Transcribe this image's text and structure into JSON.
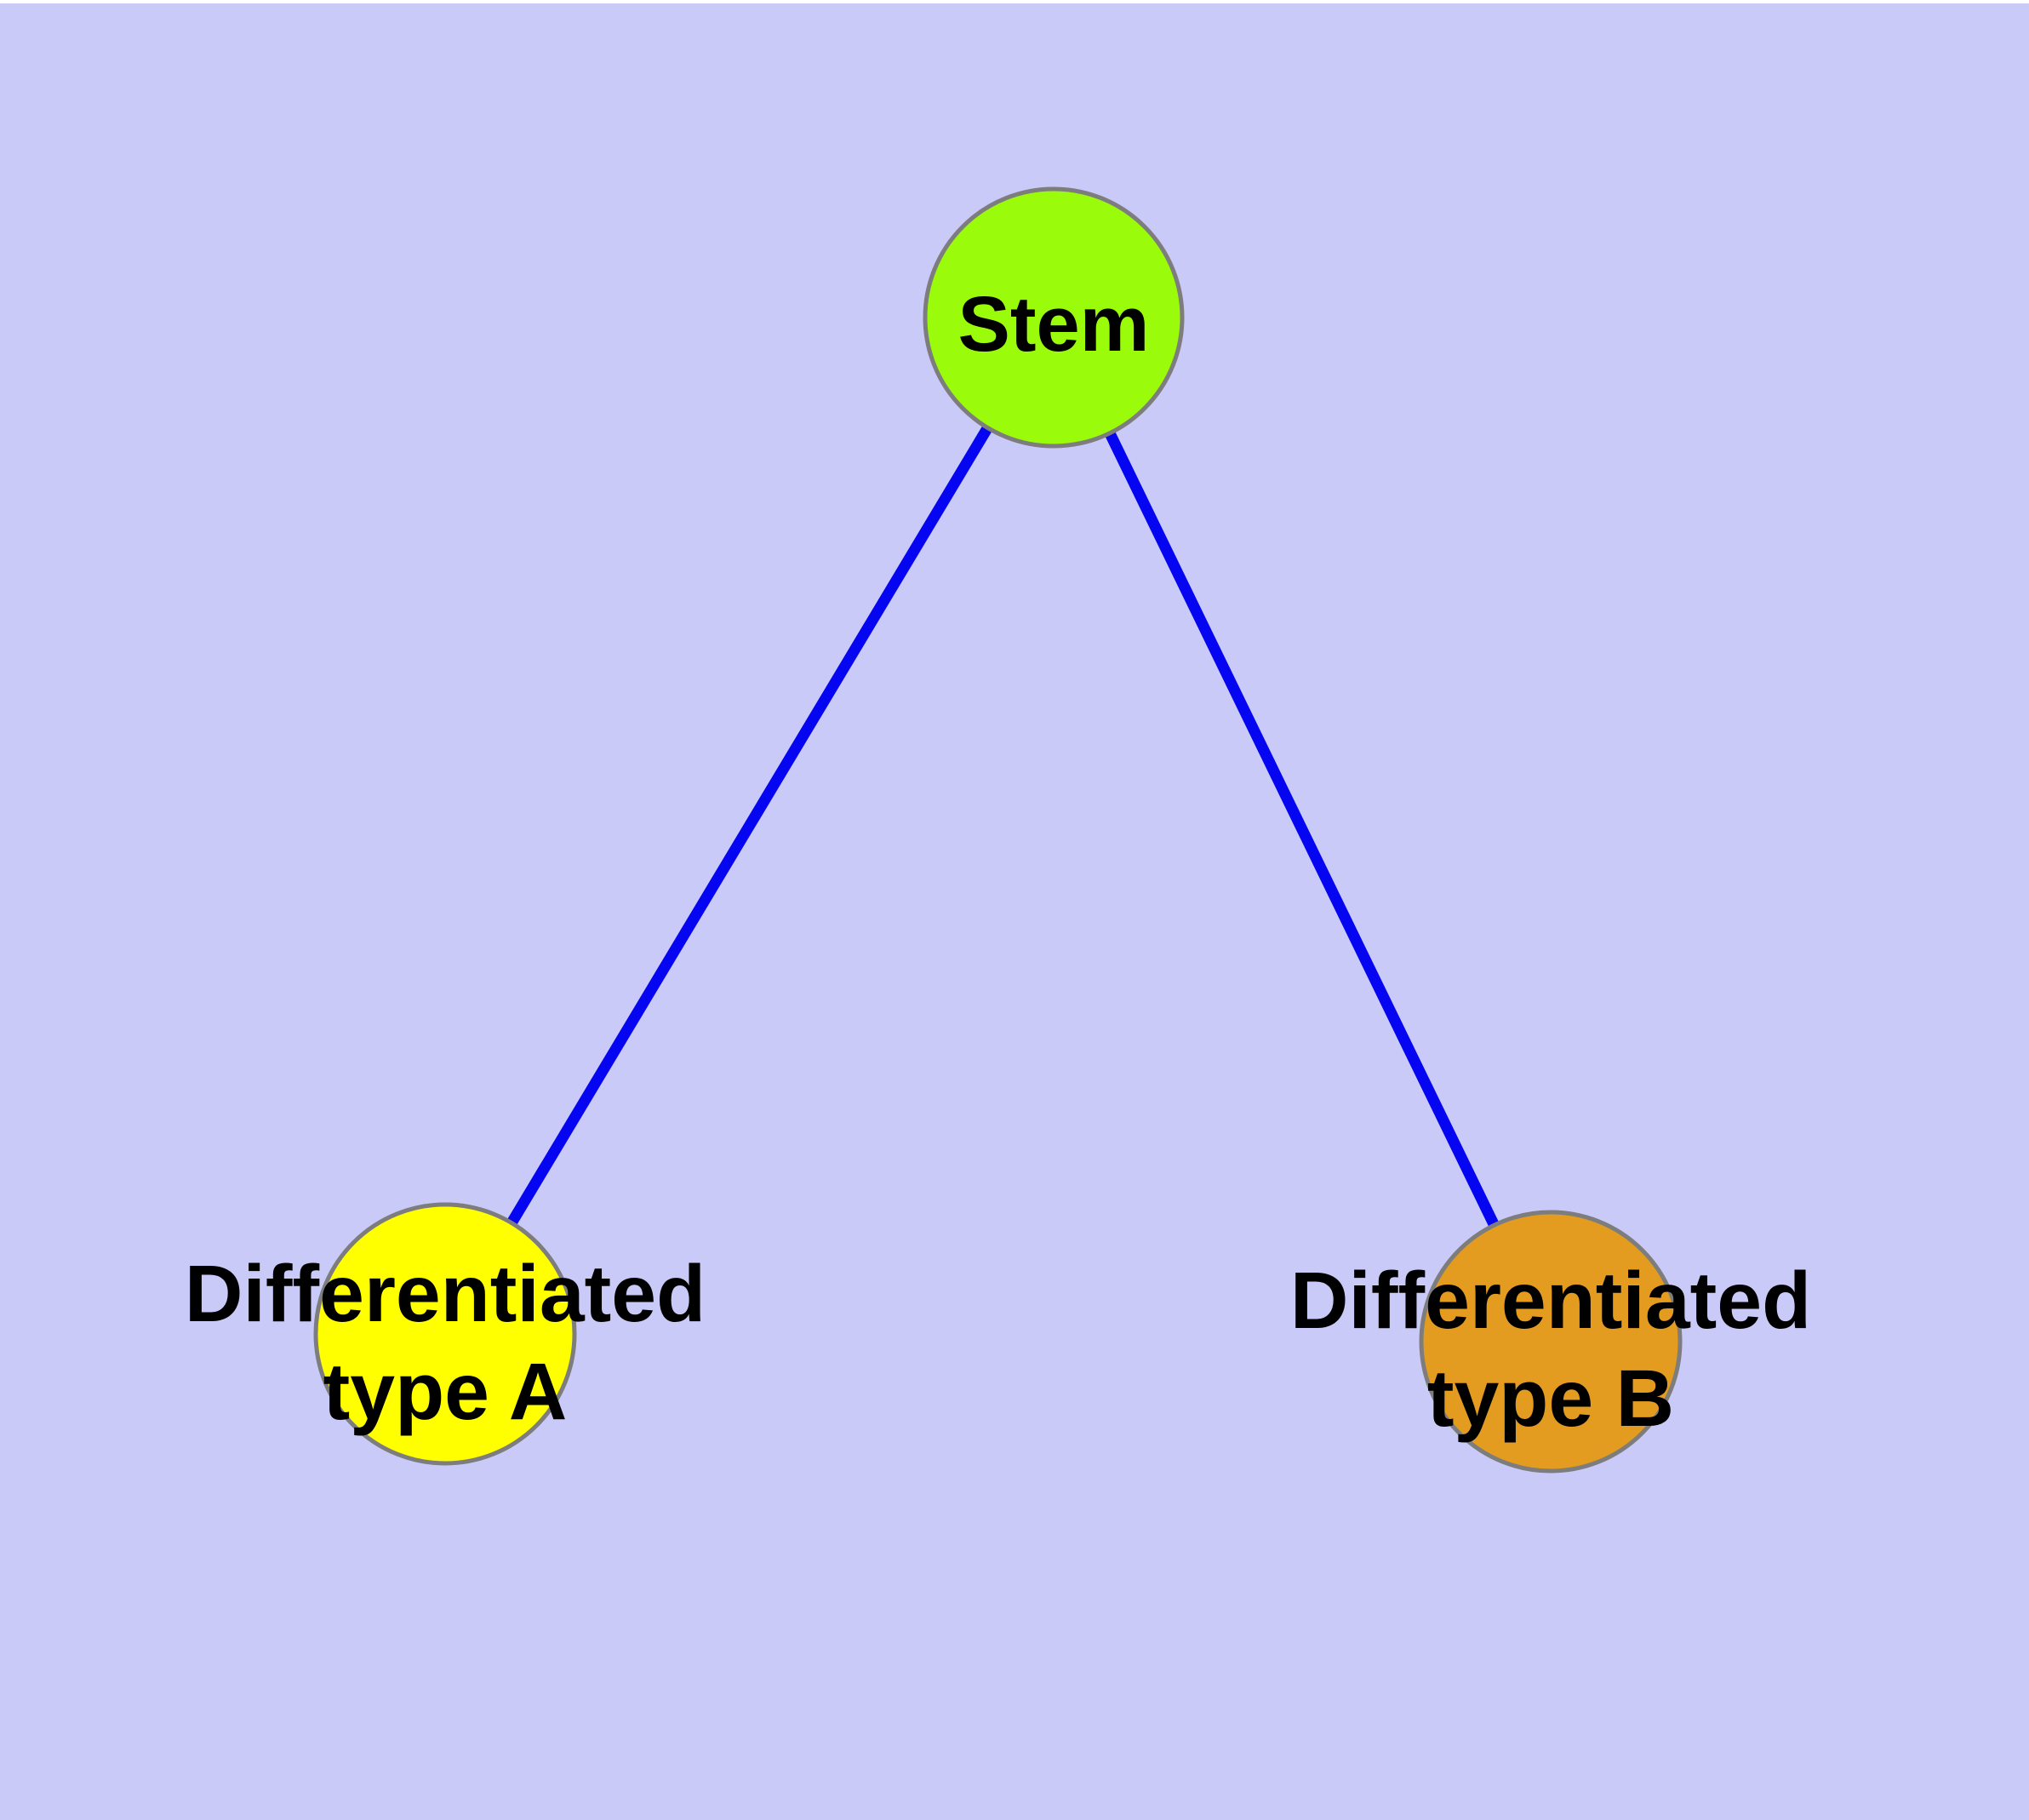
{
  "diagram": {
    "background_color": "#CACAF8",
    "edge_color": "#0505F2",
    "node_border_color": "#7D7D7D",
    "text_color": "#000000",
    "nodes": [
      {
        "id": "stem",
        "label": "Stem",
        "fill": "#9AFB0A"
      },
      {
        "id": "differentiated-type-a",
        "label": "Differentiated type A",
        "line1": "Differentiated",
        "line2": "type A",
        "fill": "#FFFF00"
      },
      {
        "id": "differentiated-type-b",
        "label": "Differentiated type B",
        "line1": "Differentiated",
        "line2": "type B",
        "fill": "#E39C20"
      }
    ],
    "edges": [
      {
        "from": "Stem",
        "to": "Differentiated type A"
      },
      {
        "from": "Stem",
        "to": "Differentiated type B"
      }
    ]
  }
}
